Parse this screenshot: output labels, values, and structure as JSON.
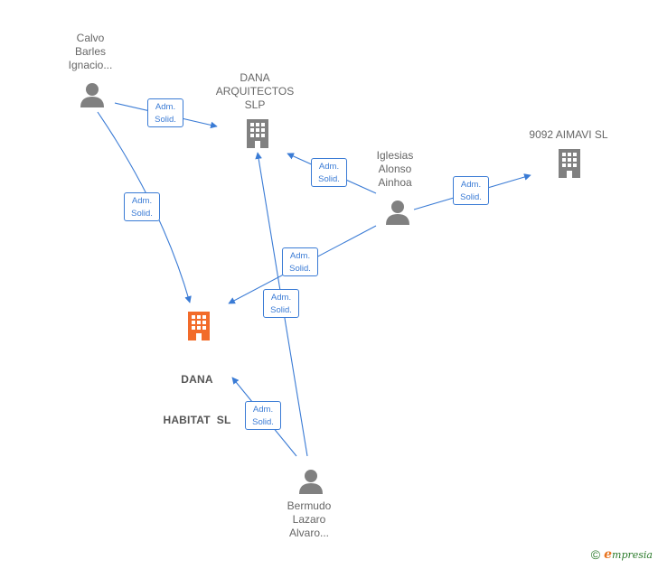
{
  "colors": {
    "edge": "#3a7bd5",
    "person_icon": "#808080",
    "company_icon": "#808080",
    "main_company_icon": "#f26b2a",
    "label_text": "#666666"
  },
  "nodes": {
    "calvo": {
      "lines": [
        "Calvo",
        "Barles",
        "Ignacio..."
      ],
      "icon": "person-icon"
    },
    "dana_arq": {
      "lines": [
        "DANA",
        "ARQUITECTOS",
        "SLP"
      ],
      "icon": "building-icon"
    },
    "aimavi": {
      "lines": [
        "9092 AIMAVI SL"
      ],
      "icon": "building-icon"
    },
    "iglesias": {
      "lines": [
        "Iglesias",
        "Alonso",
        "Ainhoa"
      ],
      "icon": "person-icon"
    },
    "dana_habitat": {
      "lines": [
        "DANA",
        "HABITAT  SL"
      ],
      "icon": "building-icon"
    },
    "bermudo": {
      "lines": [
        "Bermudo",
        "Lazaro",
        "Alvaro..."
      ],
      "icon": "person-icon"
    }
  },
  "edges": [
    {
      "id": "calvo-dana_arq",
      "lines": [
        "Adm.",
        "Solid."
      ]
    },
    {
      "id": "calvo-dana_habitat",
      "lines": [
        "Adm.",
        "Solid."
      ]
    },
    {
      "id": "iglesias-dana_arq",
      "lines": [
        "Adm.",
        "Solid."
      ]
    },
    {
      "id": "iglesias-aimavi",
      "lines": [
        "Adm.",
        "Solid."
      ]
    },
    {
      "id": "iglesias-dana_habitat",
      "lines": [
        "Adm.",
        "Solid."
      ]
    },
    {
      "id": "bermudo-dana_arq",
      "lines": [
        "Adm.",
        "Solid."
      ]
    },
    {
      "id": "bermudo-dana_habitat",
      "lines": [
        "Adm.",
        "Solid."
      ]
    }
  ],
  "footer": {
    "symbol": "©",
    "brand_initial": "e",
    "brand_rest": "mpresia"
  }
}
